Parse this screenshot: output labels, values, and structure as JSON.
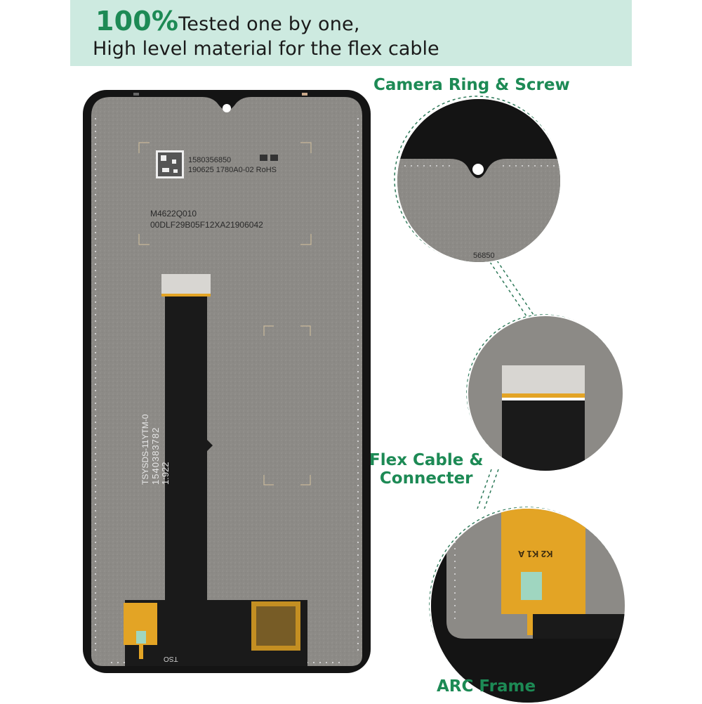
{
  "banner": {
    "highlight": "100%",
    "line1": "Tested one by one,",
    "line2": "High level material for the flex cable"
  },
  "callouts": {
    "camera": "Camera Ring & Screw",
    "flex_line1": "Flex Cable &",
    "flex_line2": "Connecter",
    "arc": "ARC Frame"
  },
  "panel_labels": {
    "serial": "1580356850",
    "code_line": "190625  1780A0-02  RoHS",
    "model_line1": "M4622Q010",
    "model_line2": "00DLF29B05F12XA21906042",
    "flex_line1": "TSYSDS-11YTM-0",
    "flex_line2": "1540383782",
    "flex_line3": "1:922",
    "corner_mark": "TSO",
    "chip_mark": "K2 K1 A",
    "zoom_partial": "56850"
  },
  "colors": {
    "accent": "#1d8a55",
    "banner_bg": "#cdeae0",
    "panel": "#8c8a86",
    "frame": "#141414",
    "flex": "#1a1a1a",
    "gold": "#e3a425"
  }
}
